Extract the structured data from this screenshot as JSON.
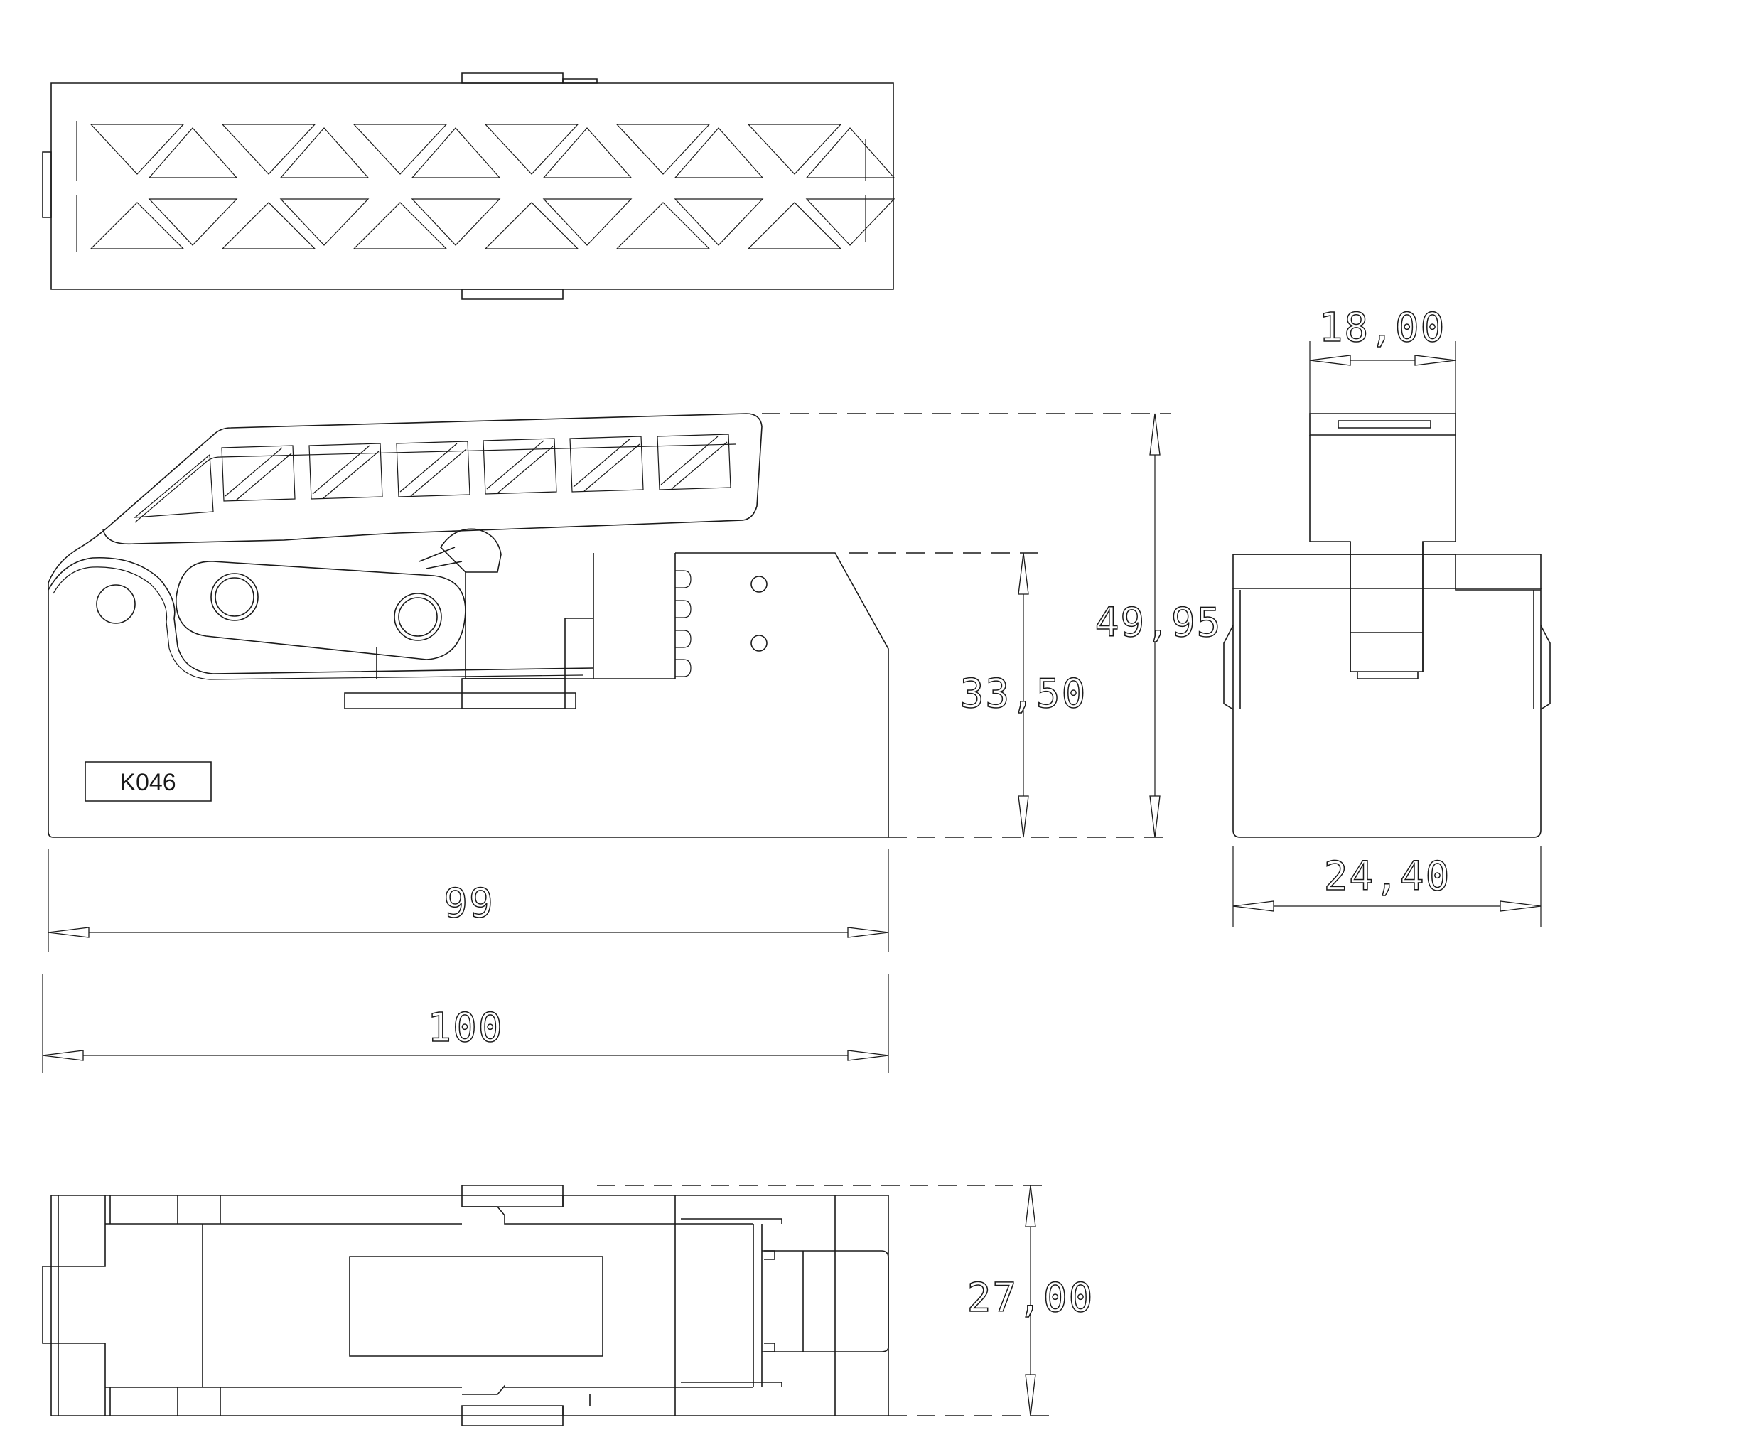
{
  "part_label": "K046",
  "dimensions": {
    "overall_height": "49,95",
    "body_height": "33,50",
    "length_body": "99",
    "length_overall": "100",
    "width_bottom": "27,00",
    "width_top_end": "18,00",
    "width_bottom_end": "24,40"
  },
  "colors": {
    "line": "#1a1a1a",
    "background": "#ffffff"
  }
}
